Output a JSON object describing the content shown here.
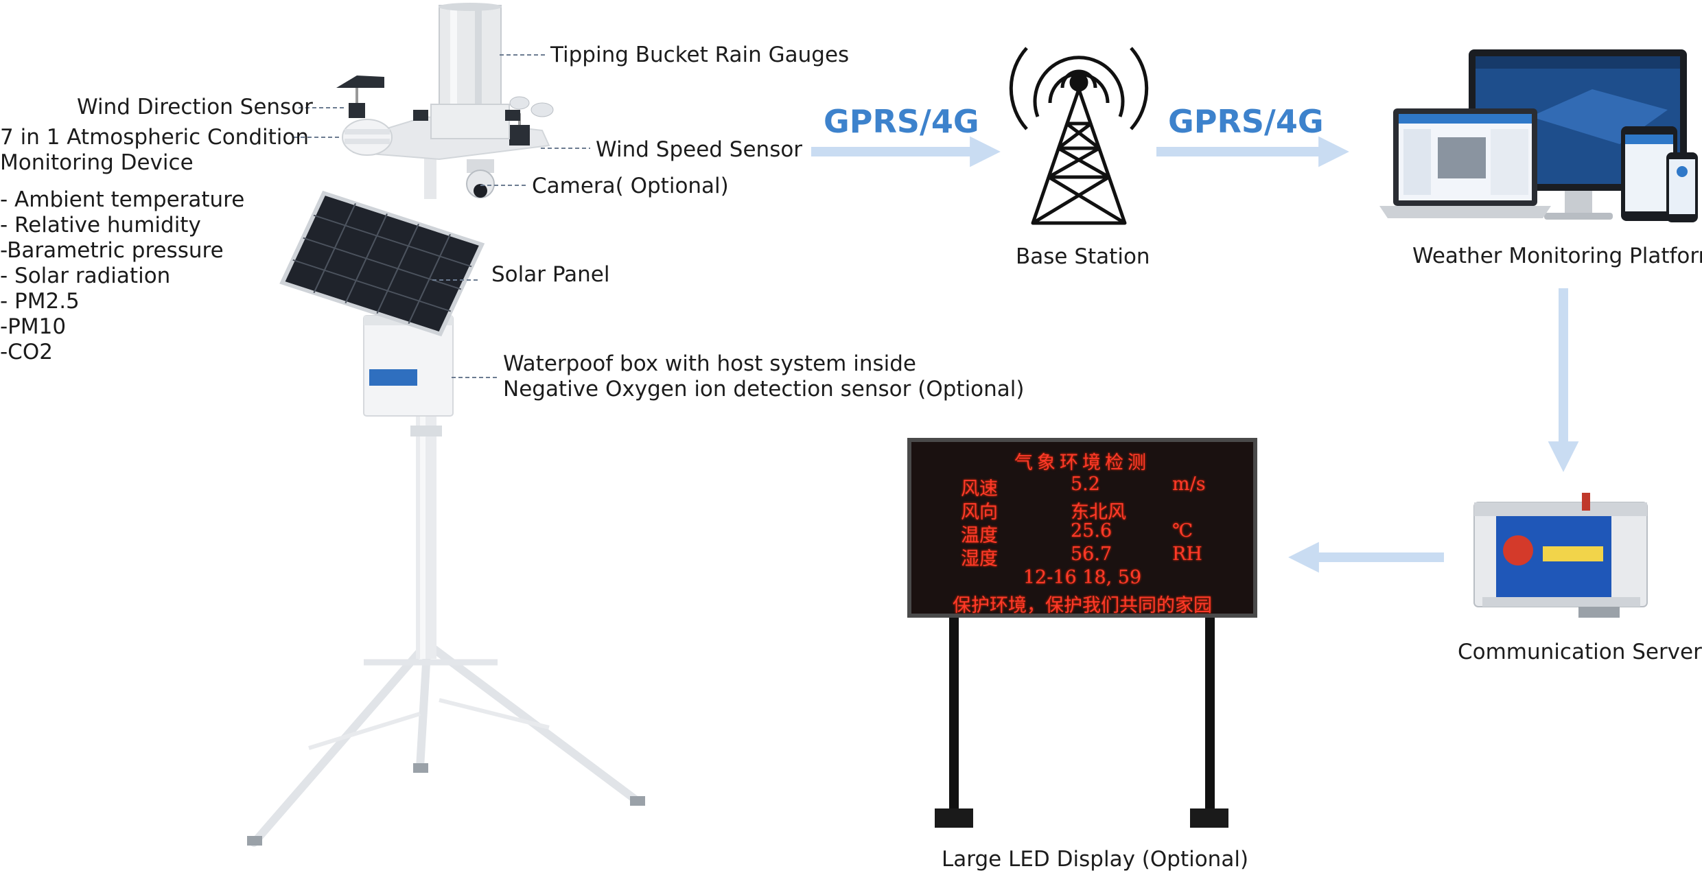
{
  "station": {
    "labels": {
      "rain_gauge": "Tipping Bucket Rain Gauges",
      "wind_direction": "Wind Direction Sensor",
      "atmos_device_line1": "7 in 1 Atmospheric Condition",
      "atmos_device_line2": "Monitoring Device",
      "wind_speed": "Wind Speed Sensor",
      "camera": "Camera( Optional)",
      "solar_panel": "Solar Panel",
      "waterproof_box_line1": "Waterpoof box with host system inside",
      "waterproof_box_line2": "Negative Oxygen ion detection sensor (Optional)"
    },
    "parameters": [
      "- Ambient temperature",
      "- Relative humidity",
      "-Barametric pressure",
      "- Solar radiation",
      "- PM2.5",
      "-PM10",
      "-CO2"
    ]
  },
  "links": {
    "gprs_1": "GPRS/4G",
    "gprs_2": "GPRS/4G"
  },
  "nodes": {
    "base_station": "Base Station",
    "platform": "Weather Monitoring Platform",
    "comm_server": "Communication Server",
    "led_display": "Large LED Display (Optional)"
  },
  "led_screen": {
    "title": "气象环境检测",
    "rows": [
      {
        "name": "风速",
        "value": "5.2",
        "unit": "m/s"
      },
      {
        "name": "风向",
        "value": "东北风",
        "unit": ""
      },
      {
        "name": "温度",
        "value": "25.6",
        "unit": "℃"
      },
      {
        "name": "湿度",
        "value": "56.7",
        "unit": "RH"
      }
    ],
    "datetime": "12-16 18, 59",
    "slogan": "保护环境，保护我们共同的家园"
  },
  "colors": {
    "arrow": "#c9dcf2",
    "gprs_text": "#3d82cc",
    "led_text": "#ff3a2a"
  }
}
